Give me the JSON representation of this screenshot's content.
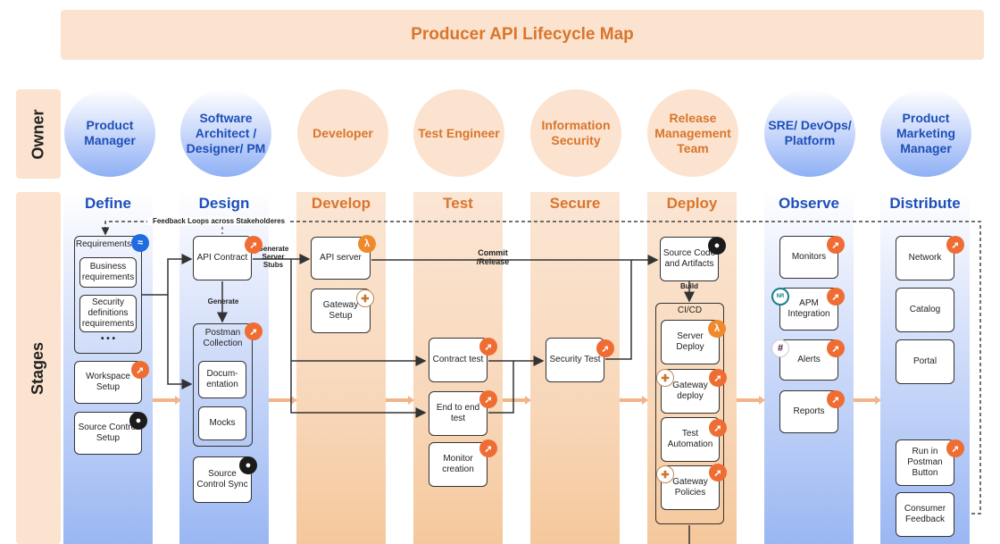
{
  "title": "Producer API Lifecycle Map",
  "side_labels": {
    "owner": "Owner",
    "stages": "Stages"
  },
  "owners": [
    {
      "label": "Product Manager"
    },
    {
      "label": "Software Architect / Designer/ PM"
    },
    {
      "label": "Developer"
    },
    {
      "label": "Test Engineer"
    },
    {
      "label": "Information Security"
    },
    {
      "label": "Release Management Team"
    },
    {
      "label": "SRE/ DevOps/ Platform"
    },
    {
      "label": "Product Marketing Manager"
    }
  ],
  "stages": [
    "Define",
    "Design",
    "Develop",
    "Test",
    "Secure",
    "Deploy",
    "Observe",
    "Distribute"
  ],
  "colors": {
    "blue": "#1e4fb8",
    "orange": "#d9752c",
    "banner": "#fbe3cf"
  },
  "connectors": {
    "feedback": "Feedback Loops across Stakeholderes",
    "generate_stubs": "Generate Server Stubs",
    "generate": "Generate",
    "commit": "Commit /Release",
    "build": "Build"
  },
  "define": {
    "requirements": "Requirements",
    "business": "Business requirements",
    "security": "Security definitions requirements",
    "more": "• • •",
    "workspace": "Workspace Setup",
    "source": "Source Control Setup"
  },
  "design": {
    "api_contract": "API Contract",
    "postman_collection": "Postman Collection",
    "documentation": "Docum-entation",
    "mocks": "Mocks",
    "source_sync": "Source Control Sync"
  },
  "develop": {
    "api_server": "API server",
    "gateway_setup": "Gateway Setup"
  },
  "test": {
    "contract": "Contract test",
    "e2e": "End to end test",
    "monitor": "Monitor creation"
  },
  "secure": {
    "security_test": "Security Test"
  },
  "deploy": {
    "source_code": "Source Code and Artifacts",
    "cicd": "CI/CD",
    "server_deploy": "Server Deploy",
    "gateway_deploy": "Gateway deploy",
    "test_automation": "Test Automation",
    "gateway_policies": "Gateway Policies"
  },
  "observe": {
    "monitors": "Monitors",
    "apm": "APM Integration",
    "alerts": "Alerts",
    "reports": "Reports"
  },
  "distribute": {
    "network": "Network",
    "catalog": "Catalog",
    "portal": "Portal",
    "run_button": "Run in Postman Button",
    "consumer_feedback": "Consumer Feedback"
  },
  "icons": {
    "postman": "postman-icon",
    "lambda": "lambda-icon",
    "github": "github-icon",
    "confluence": "confluence-icon",
    "kong": "kong-gateway-icon",
    "newrelic": "new-relic-icon",
    "slack": "slack-icon"
  }
}
